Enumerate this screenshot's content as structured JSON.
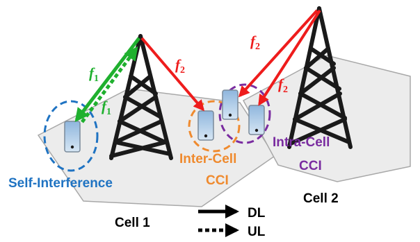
{
  "labels": {
    "self_interference": "Self-Interference",
    "inter_cell_line1": "Inter-Cell",
    "inter_cell_line2": "CCI",
    "intra_cell_line1": "Intra-Cell",
    "intra_cell_line2": "CCI",
    "cell1": "Cell 1",
    "cell2": "Cell 2"
  },
  "frequencies": {
    "f1": "f",
    "f1_sub": "1",
    "f2": "f",
    "f2_sub": "2"
  },
  "legend": {
    "dl": "DL",
    "ul": "UL"
  },
  "colors": {
    "downlink_green": "#1fb02e",
    "f2_red": "#ee1c1c",
    "self_interference_blue": "#1f73c2",
    "inter_cell_orange": "#ef8a2e",
    "intra_cell_purple": "#7a2ca0",
    "cell_fill": "#ececec",
    "tower": "#1a1a1a"
  },
  "icons": {
    "tower": "cell-tower-icon",
    "phone": "mobile-phone-icon"
  }
}
